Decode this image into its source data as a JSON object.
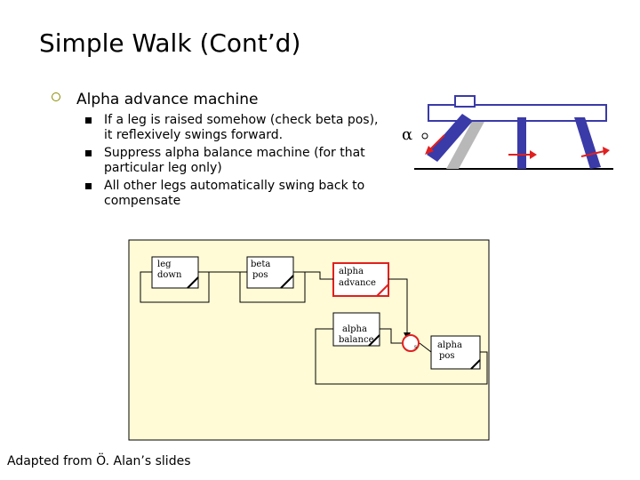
{
  "slide": {
    "title": "Simple Walk (Cont’d)",
    "level1": "Alpha advance machine",
    "bullets": [
      "If a leg is raised somehow (check beta pos), it reflexively swings forward.",
      "Suppress alpha balance machine (for that particular leg only)",
      "All other legs automatically swing back to compensate"
    ],
    "footer": "Adapted from Ö. Alan’s slides"
  },
  "figure": {
    "alpha_symbol": "α"
  },
  "diagram": {
    "blocks": {
      "leg_down": [
        "leg",
        "down"
      ],
      "beta_pos": [
        "beta",
        "pos"
      ],
      "alpha_advance": [
        "alpha",
        "advance"
      ],
      "alpha_balance": [
        "alpha",
        "balance"
      ],
      "alpha_pos": [
        "alpha",
        "pos"
      ]
    },
    "suppressor_label": "s"
  },
  "colors": {
    "accent_red": "#e02020",
    "leg_blue": "#3a3aa8",
    "shadow_gray": "#b8b8b8"
  }
}
